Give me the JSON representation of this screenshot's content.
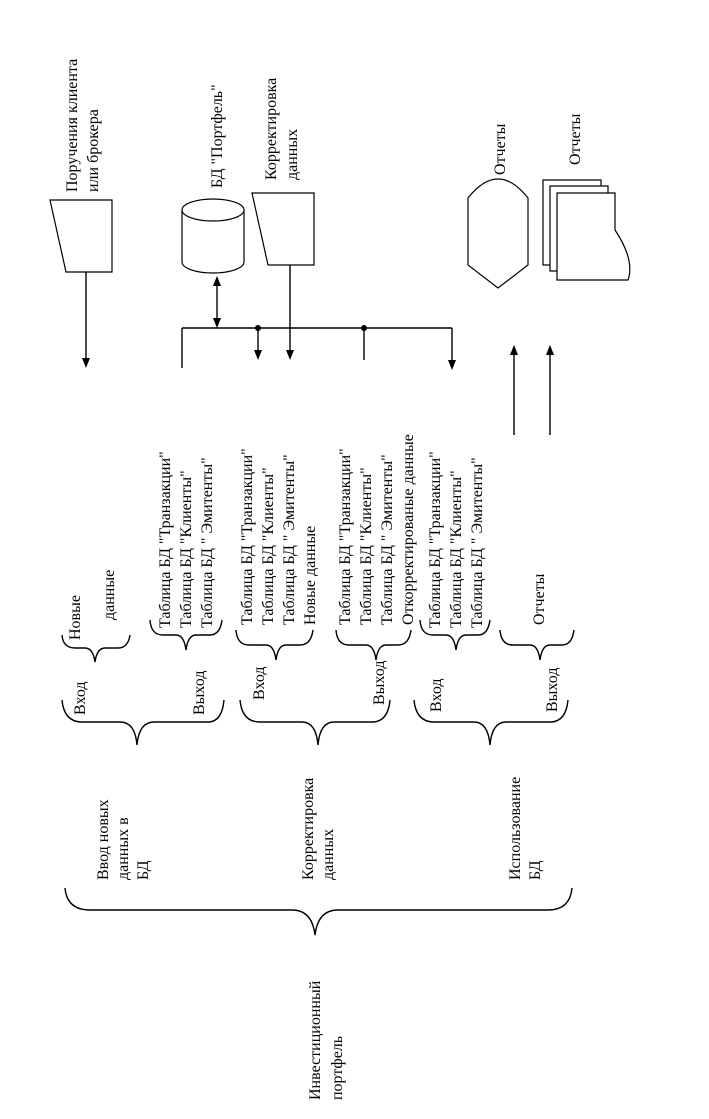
{
  "root": {
    "line1": "Инвестиционный",
    "line2": "портфель"
  },
  "phases": {
    "input": {
      "line1": "Ввод новых",
      "line2": "данных в",
      "line3": "БД"
    },
    "correct": {
      "line1": "Корректировка",
      "line2": "данных"
    },
    "use": {
      "line1": "Использование",
      "line2": "БД"
    }
  },
  "io": {
    "p1_in": "Вход",
    "p1_out": "Выход",
    "p2_in": "Вход",
    "p2_out": "Выход",
    "p3_in": "Вход",
    "p3_out": "Выход"
  },
  "groups": {
    "new_data_1": "Новые",
    "new_data_2": "данные",
    "p1_out": [
      "Таблица БД \"Транзакции\"",
      "Таблица БД \"Клиенты\"",
      "Таблица БД \" Эмитенты\""
    ],
    "p2_in": [
      "Таблица БД \"Транзакции\"",
      "Таблица БД \"Клиенты\"",
      "Таблица БД \" Эмитенты\"",
      "Новые данные"
    ],
    "p2_out": [
      "Таблица БД \"Транзакции\"",
      "Таблица БД \"Клиенты\"",
      "Таблица БД \" Эмитенты\"",
      "Откорректированые данные"
    ],
    "p3_in": [
      "Таблица БД \"Транзакции\"",
      "Таблица БД \"Клиенты\"",
      "Таблица БД \" Эмитенты\""
    ],
    "reports": "Отчеты"
  },
  "symbols": {
    "orders_1": "Поручения клиента",
    "orders_2": "или брокера",
    "db": "БД \"Портфель\"",
    "correction_1": "Корректировка",
    "correction_2": "данных",
    "report_display": "Отчеты",
    "report_docs": "Отчеты"
  }
}
